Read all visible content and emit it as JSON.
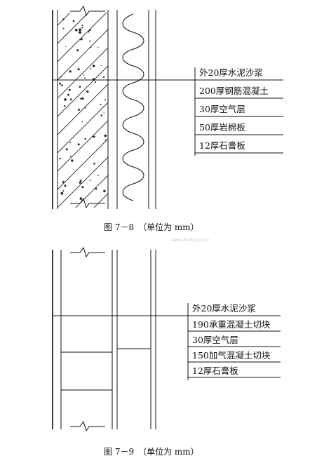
{
  "figure_a": {
    "labels": [
      "外20厚水泥沙浆",
      "200厚钢筋混凝土",
      "30厚空气层",
      "50厚岩棉板",
      "12厚石膏板"
    ],
    "caption": "图 7－8　（单位为 mm）"
  },
  "figure_b": {
    "labels": [
      "外20厚水泥沙浆",
      "190承重混凝土切块",
      "30厚空气层",
      "150加气混凝土切块",
      "12厚石膏板"
    ],
    "caption": "图 7－9　（单位为 mm）"
  },
  "watermark": "www.zhulong.com"
}
